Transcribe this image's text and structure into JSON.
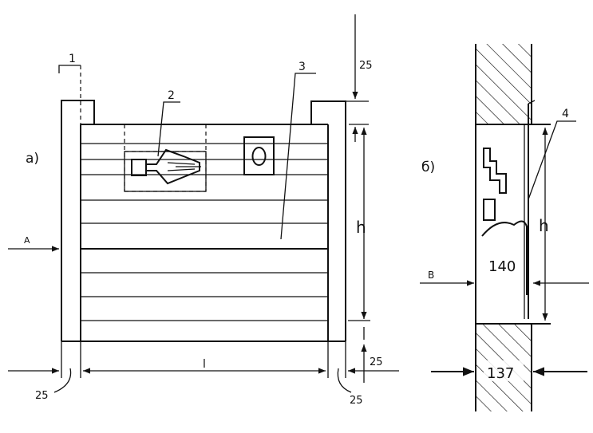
{
  "view_a": {
    "label": "а)",
    "callouts": {
      "c1": "1",
      "c2": "2",
      "c3": "3"
    },
    "dims": {
      "top": "25",
      "left": "25",
      "right_bottom": "25",
      "bottom_mid": "25",
      "height": "h",
      "width": "l"
    },
    "section_mark": "А"
  },
  "view_b": {
    "label": "б)",
    "callout": "4",
    "dims": {
      "height": "h",
      "inner": "140",
      "wall": "137"
    },
    "section_mark": "В"
  }
}
